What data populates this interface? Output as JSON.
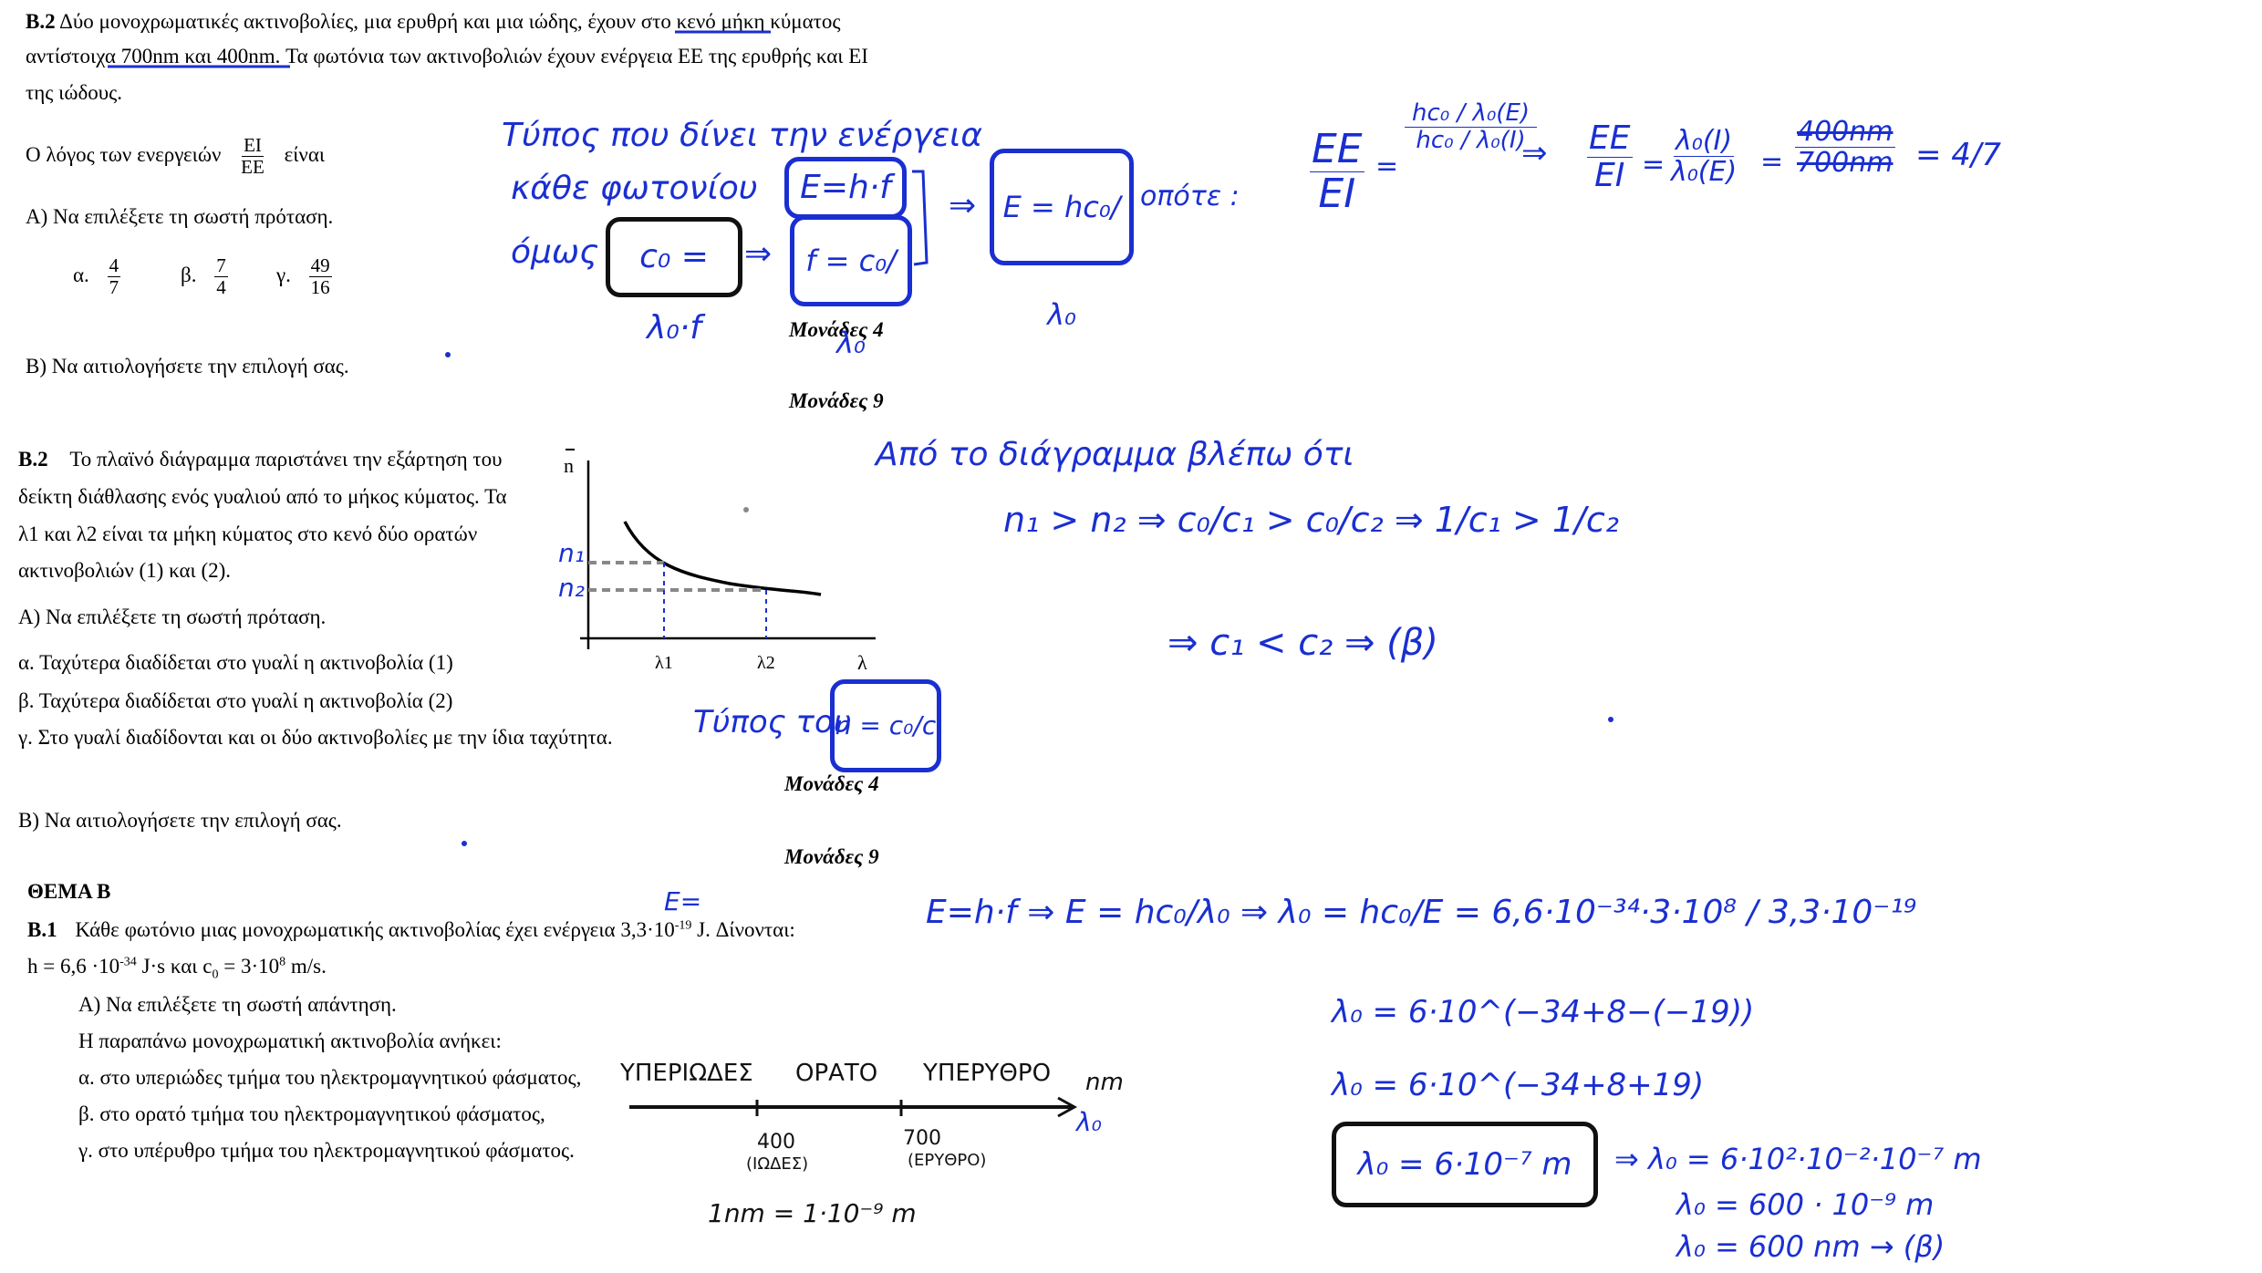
{
  "q1": {
    "label": "Β.2",
    "line1": "Δύο μονοχρωματικές ακτινοβολίες, μια ερυθρή και μια ιώδης, έχουν στο κενό μήκη κύματος",
    "line2": "αντίστοιχα 700nm και 400nm. Τα φωτόνια των ακτινοβολιών έχουν ενέργεια EΕ της ερυθρής και EΙ",
    "line3": "της ιώδους.",
    "ratio_text": "Ο λόγος των ενεργειών",
    "ratio_num": "EΙ",
    "ratio_den": "EΕ",
    "ratio_tail": "είναι",
    "partA": "Α) Να επιλέξετε τη σωστή πρόταση.",
    "options": [
      {
        "label": "α.",
        "num": "4",
        "den": "7"
      },
      {
        "label": "β.",
        "num": "7",
        "den": "4"
      },
      {
        "label": "γ.",
        "num": "49",
        "den": "16"
      }
    ],
    "marks_a": "Μονάδες 4",
    "partB": "Β) Να αιτιολογήσετε την επιλογή σας.",
    "marks_b": "Μονάδες 9"
  },
  "q2": {
    "label": "Β.2",
    "line1": "Το πλαϊνό διάγραμμα παριστάνει την εξάρτηση του",
    "line2": "δείκτη διάθλασης ενός γυαλιού από το μήκος κύματος. Τα",
    "line3": "λ1 και λ2 είναι τα μήκη κύματος στο κενό δύο ορατών",
    "line4": "ακτινοβολιών (1) και (2).",
    "partA": "Α) Να επιλέξετε τη σωστή πρόταση.",
    "opt_a": "α. Ταχύτερα διαδίδεται στο γυαλί η ακτινοβολία (1)",
    "opt_b": "β. Ταχύτερα διαδίδεται στο γυαλί η ακτινοβολία (2)",
    "opt_c": "γ.  Στο γυαλί διαδίδονται και οι δύο ακτινοβολίες με την ίδια ταχύτητα.",
    "marks_a": "Μονάδες 4",
    "partB": "Β) Να αιτιολογήσετε την επιλογή σας.",
    "marks_b": "Μονάδες 9",
    "graph": {
      "y_axis": "n",
      "x_axis": "λ",
      "l1": "λ1",
      "l2": "λ2",
      "n1": "n₁",
      "n2": "n₂"
    }
  },
  "q3": {
    "heading": "ΘΕΜΑ Β",
    "label": "Β.1",
    "line1": "Κάθε φωτόνιο μιας μονοχρωματικής ακτινοβολίας έχει ενέργεια 3,3·10",
    "line1_exp": "-19",
    "line1_tail": " J. Δίνονται:",
    "line2": "h = 6,6 ·10",
    "line2_exp": "-34",
    "line2_mid": " J·s και c",
    "line2_sub": "0",
    "line2_mid2": " = 3·10",
    "line2_exp2": "8",
    "line2_tail": " m/s.",
    "partA": "Α) Να επιλέξετε τη σωστή απάντηση.",
    "intro": "Η παραπάνω μονοχρωματική ακτινοβολία ανήκει:",
    "opt_a": "α. στο υπεριώδες τμήμα του ηλεκτρομαγνητικού φάσματος,",
    "opt_b": "β. στο ορατό τμήμα του ηλεκτρομαγνητικού φάσματος,",
    "opt_c": "γ. στο υπέρυθρο τμήμα του ηλεκτρομαγνητικού φάσματος."
  },
  "hw1": {
    "tupos": "Τύπος που δίνει την ενέργεια",
    "kathe": "κάθε φωτονίου",
    "box_ehf": "E=h·f",
    "omos": "όμως",
    "box_c": "c₀ = λ₀·f",
    "box_f": "f = c₀/λ₀",
    "box_e": "E = hc₀/λ₀",
    "opote": "οπότε :",
    "ratio_lhs_num": "EΕ",
    "ratio_lhs_den": "EΙ",
    "ratio_mid_num": "hc₀ / λ₀(Ε)",
    "ratio_mid_den": "hc₀ / λ₀(Ι)",
    "ratio_r_num": "λ₀(Ι)",
    "ratio_r_den": "λ₀(Ε)",
    "ratio_v_num": "400nm",
    "ratio_v_den": "700nm",
    "result": "4/7"
  },
  "hw2": {
    "apo": "Από το διάγραμμα βλέπω ότι",
    "ineq": "n₁ > n₂ ⇒ c₀/c₁ > c₀/c₂ ⇒ 1/c₁ > 1/c₂",
    "concl": "⇒ c₁ < c₂ ⇒ (β)",
    "tupos": "Τύπος του",
    "box_n": "n = c₀/c"
  },
  "hw3": {
    "ehf": "E=h·f ⇒ E = hc₀/λ₀ ⇒ λ₀ = hc₀/E = 6,6·10⁻³⁴·3·10⁸ / 3,3·10⁻¹⁹",
    "l1": "λ₀ = 6·10^(−34+8−(−19))",
    "l2": "λ₀ = 6·10^(−34+8+19)",
    "box": "λ₀ = 6·10⁻⁷ m",
    "r1": "⇒ λ₀ = 6·10²·10⁻²·10⁻⁷ m",
    "r2": "λ₀ = 600 · 10⁻⁹ m",
    "r3": "λ₀ = 600 nm → (β)",
    "scale_labels": [
      "ΥΠΕΡΙΩΔΕΣ",
      "ΟΡΑΤΟ",
      "ΥΠΕΡΥΘΡΟ"
    ],
    "unit_nm": "nm",
    "unit_l": "λ₀",
    "tick400": "400",
    "tick400_sub": "(ΙΩΔΕΣ)",
    "tick700": "700",
    "tick700_sub": "(ΕΡΥΘΡΟ)",
    "nm_def": "1nm = 1·10⁻⁹ m",
    "e_eq": "E="
  }
}
